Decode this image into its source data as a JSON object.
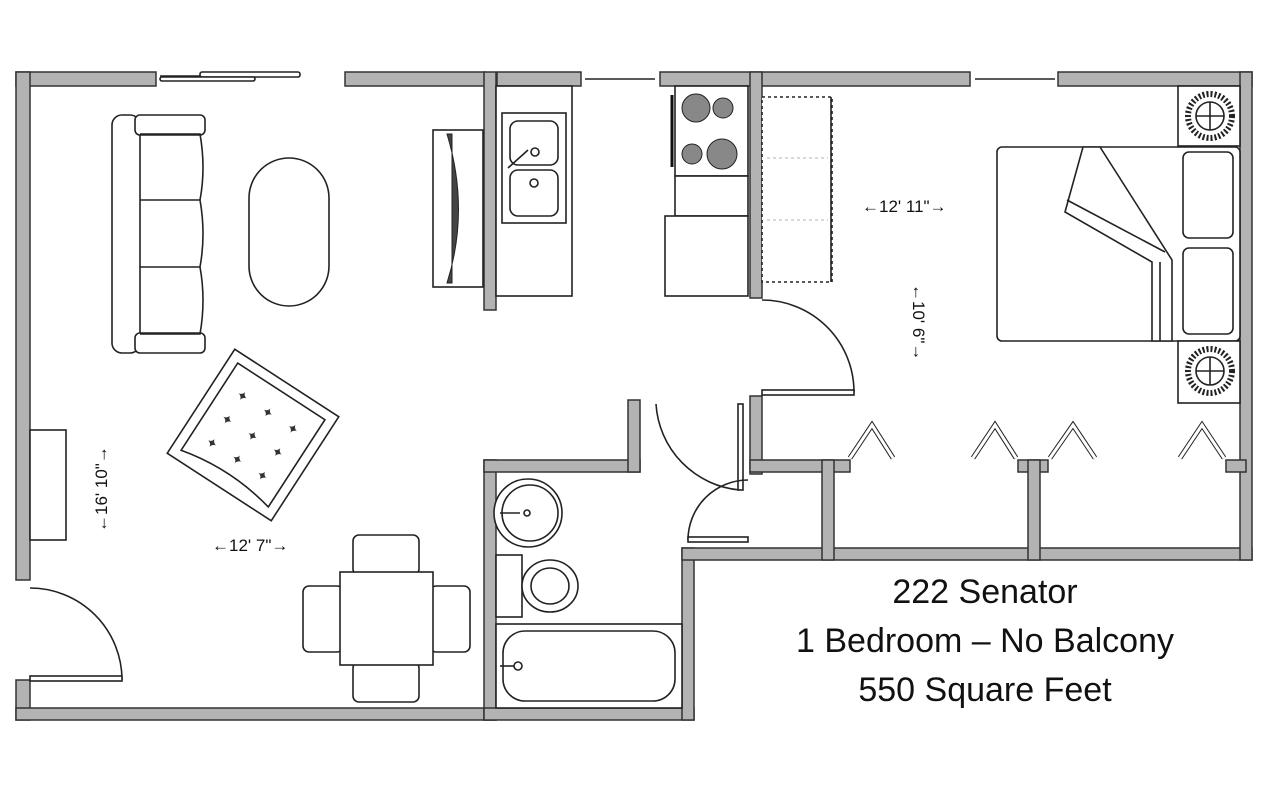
{
  "plan": {
    "building": "222 Senator",
    "unit_type": "1 Bedroom – No Balcony",
    "area": "550 Square Feet"
  },
  "dimensions": {
    "living_width": "←12' 7\"→",
    "living_length": "←16' 10\"→",
    "bedroom_width": "←12' 11\"→",
    "bedroom_length": "←10' 6\"→"
  },
  "colors": {
    "wall_fill": "#b3b3b3",
    "wall_outline": "#333333",
    "line": "#222222",
    "background": "#ffffff"
  },
  "rooms": [
    "living-room",
    "kitchen",
    "bedroom",
    "bathroom",
    "closets"
  ]
}
